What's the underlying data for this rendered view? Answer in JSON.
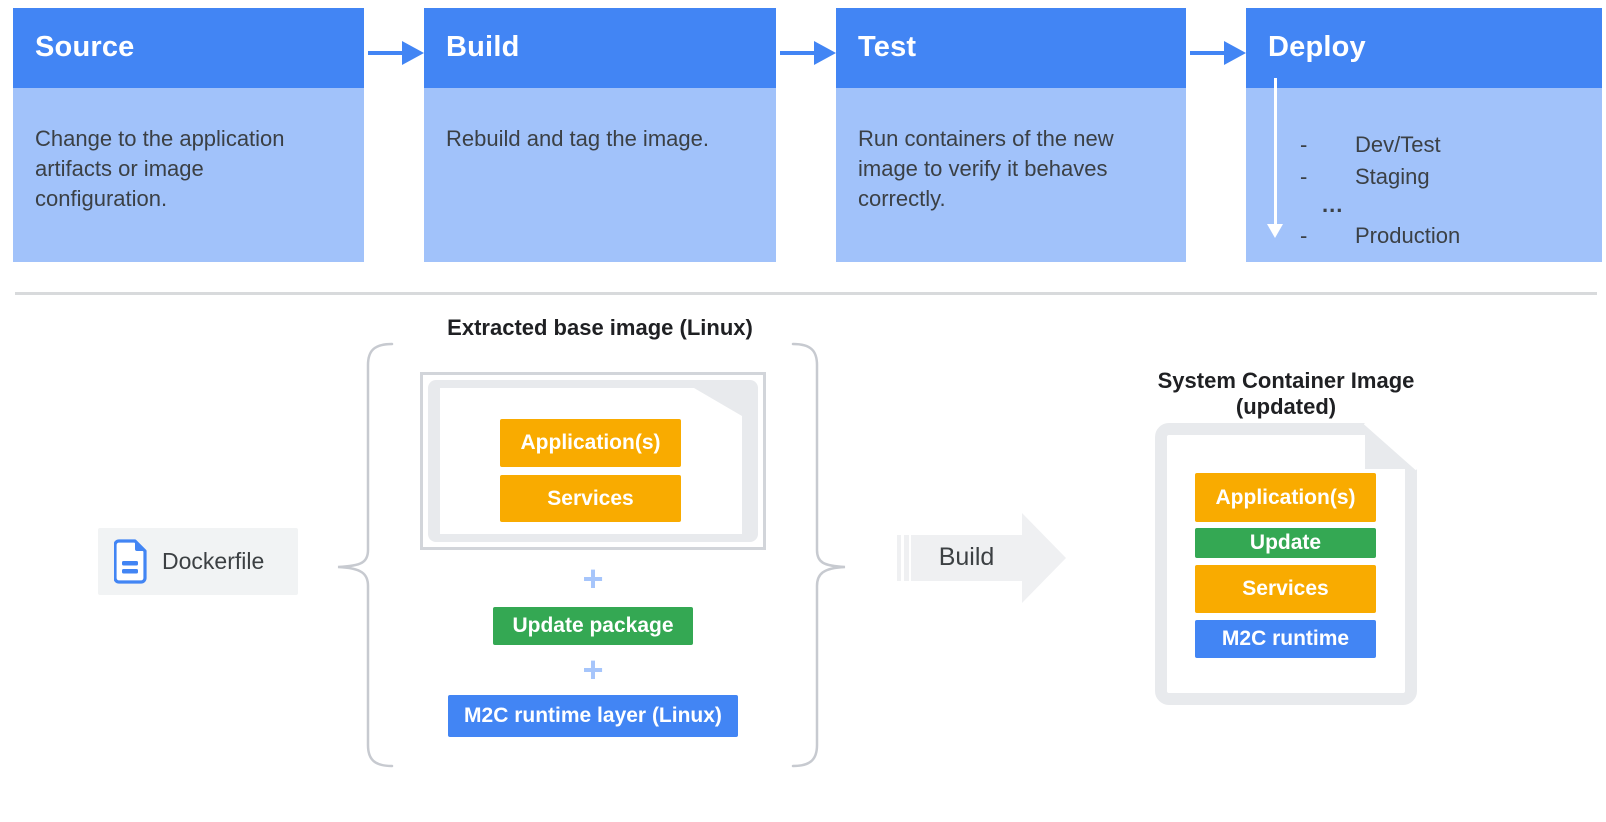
{
  "colors": {
    "stage_header_blue": "#4285F4",
    "stage_body_blue": "#A1C2FA",
    "flow_arrow_blue": "#4285F4",
    "layer_yellow": "#F9AB00",
    "layer_green": "#34A853",
    "layer_blue": "#4285F4",
    "document_gray": "#E8EAED",
    "chip_gray": "#F1F3F4",
    "build_arrow_gray": "#EFF0F2",
    "deploy_arrow_white": "#FFFFFF",
    "text_dark": "#3B4045"
  },
  "pipeline": {
    "stages": [
      {
        "title": "Source",
        "body": "Change to the application artifacts or image configuration."
      },
      {
        "title": "Build",
        "body": "Rebuild and tag the image."
      },
      {
        "title": "Test",
        "body": "Run containers of the new image to verify it behaves correctly."
      },
      {
        "title": "Deploy",
        "items": [
          {
            "dash": "-",
            "label": "Dev/Test"
          },
          {
            "dash": "-",
            "label": "Staging"
          },
          {
            "dash": "",
            "label": "..."
          },
          {
            "dash": "-",
            "label": "Production"
          }
        ]
      }
    ]
  },
  "base_image": {
    "title": "Extracted base image (Linux)",
    "doc_layers": [
      "Application(s)",
      "Services"
    ],
    "plus": "+",
    "update_label": "Update package",
    "runtime_label": "M2C runtime layer (Linux)"
  },
  "dockerfile": {
    "label": "Dockerfile"
  },
  "build_arrow": {
    "label": "Build"
  },
  "container_image": {
    "title": "System Container Image (updated)",
    "layers": [
      {
        "label": "Application(s)",
        "color": "#F9AB00"
      },
      {
        "label": "Update",
        "color": "#34A853"
      },
      {
        "label": "Services",
        "color": "#F9AB00"
      },
      {
        "label": "M2C runtime",
        "color": "#4285F4"
      }
    ]
  }
}
